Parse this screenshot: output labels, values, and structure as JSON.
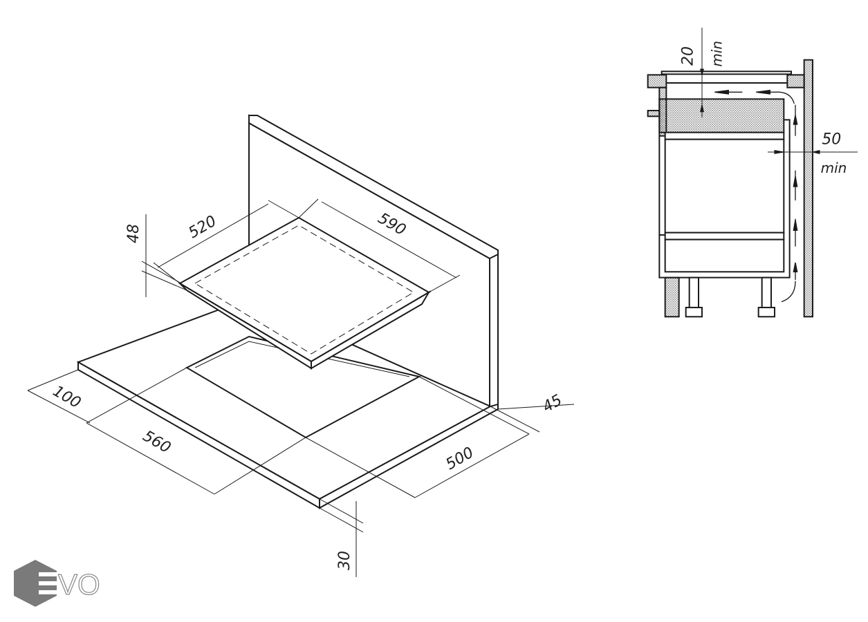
{
  "main_drawing": {
    "dimensions": {
      "hob_depth": "520",
      "hob_width": "590",
      "hob_height": "48",
      "front_offset": "100",
      "cutout_width": "560",
      "cutout_depth": "500",
      "back_offset": "45",
      "countertop_thickness": "30"
    }
  },
  "side_section": {
    "top_clearance": {
      "value": "20",
      "note": "min"
    },
    "rear_clearance": {
      "value": "50",
      "note": "min"
    }
  },
  "logo": {
    "text": "EVO",
    "colors": {
      "hexagon": "#7a7a7a"
    }
  }
}
